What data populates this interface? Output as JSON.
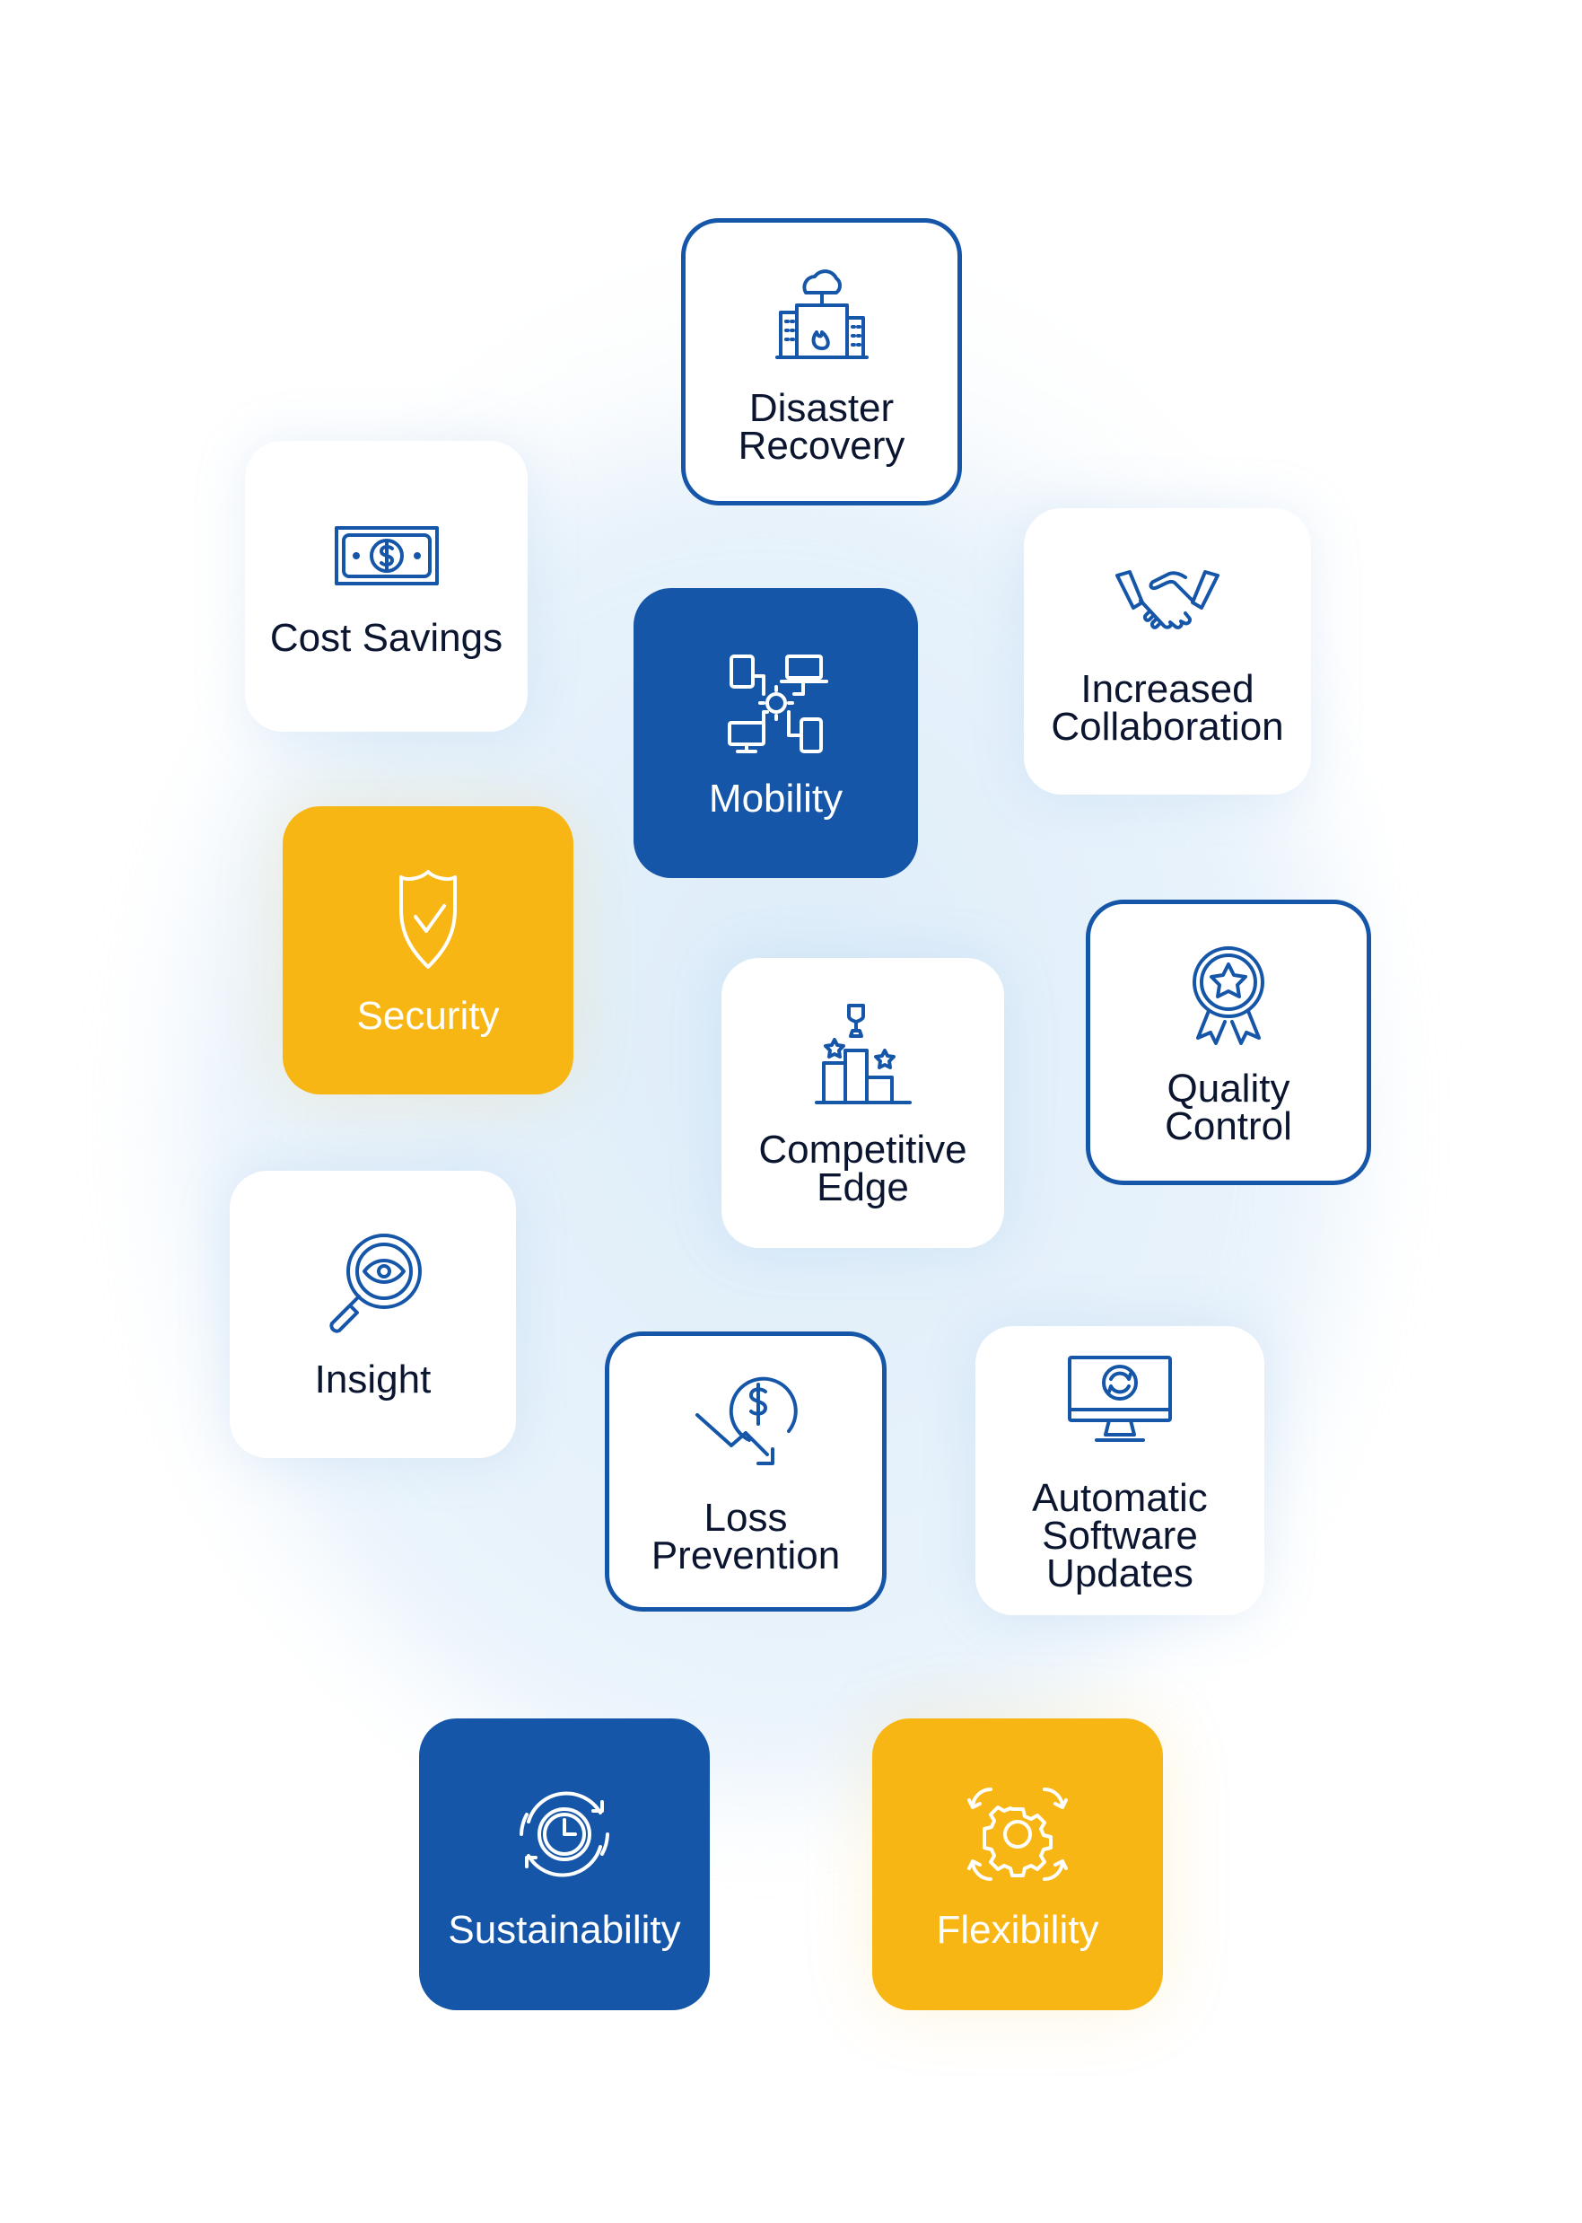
{
  "colors": {
    "blue": "#1656A9",
    "yellow": "#F8B614",
    "text": "#0B1530"
  },
  "cards": [
    {
      "label": "Disaster Recovery",
      "icon": "building-fire-cloud-icon"
    },
    {
      "label": "Cost Savings",
      "icon": "banknote-icon"
    },
    {
      "label": "Mobility",
      "icon": "devices-network-icon"
    },
    {
      "label": "Increased Collaboration",
      "icon": "handshake-icon"
    },
    {
      "label": "Security",
      "icon": "shield-check-icon"
    },
    {
      "label": "Competitive Edge",
      "icon": "podium-trophy-icon"
    },
    {
      "label": "Quality Control",
      "icon": "award-badge-icon"
    },
    {
      "label": "Insight",
      "icon": "magnifier-eye-icon"
    },
    {
      "label": "Loss Prevention",
      "icon": "dollar-down-icon"
    },
    {
      "label": "Automatic Software Updates",
      "icon": "monitor-refresh-icon"
    },
    {
      "label": "Sustainability",
      "icon": "clock-cycle-icon"
    },
    {
      "label": "Flexibility",
      "icon": "gear-arrows-icon"
    }
  ]
}
